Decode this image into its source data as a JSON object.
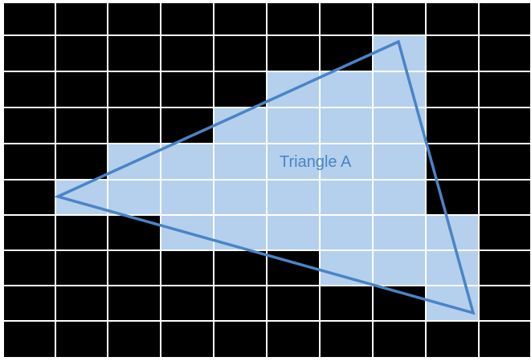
{
  "diagram": {
    "label": "Triangle A",
    "grid": {
      "rows": 10,
      "cols": 10
    },
    "colors": {
      "background": "#ffffff",
      "grid_line": "#ffffff",
      "empty_cell": "#000000",
      "covered_cell": "#b4d0ec",
      "edge": "#4a84c6",
      "label": "#4a84c6"
    },
    "covered_cells": [
      [
        1,
        7
      ],
      [
        2,
        5
      ],
      [
        2,
        6
      ],
      [
        2,
        7
      ],
      [
        3,
        4
      ],
      [
        3,
        5
      ],
      [
        3,
        6
      ],
      [
        3,
        7
      ],
      [
        4,
        2
      ],
      [
        4,
        3
      ],
      [
        4,
        4
      ],
      [
        4,
        5
      ],
      [
        4,
        6
      ],
      [
        4,
        7
      ],
      [
        5,
        1
      ],
      [
        5,
        2
      ],
      [
        5,
        3
      ],
      [
        5,
        4
      ],
      [
        5,
        5
      ],
      [
        5,
        6
      ],
      [
        5,
        7
      ],
      [
        6,
        3
      ],
      [
        6,
        4
      ],
      [
        6,
        5
      ],
      [
        6,
        6
      ],
      [
        6,
        7
      ],
      [
        6,
        8
      ],
      [
        7,
        6
      ],
      [
        7,
        7
      ],
      [
        7,
        8
      ],
      [
        8,
        8
      ]
    ]
  }
}
